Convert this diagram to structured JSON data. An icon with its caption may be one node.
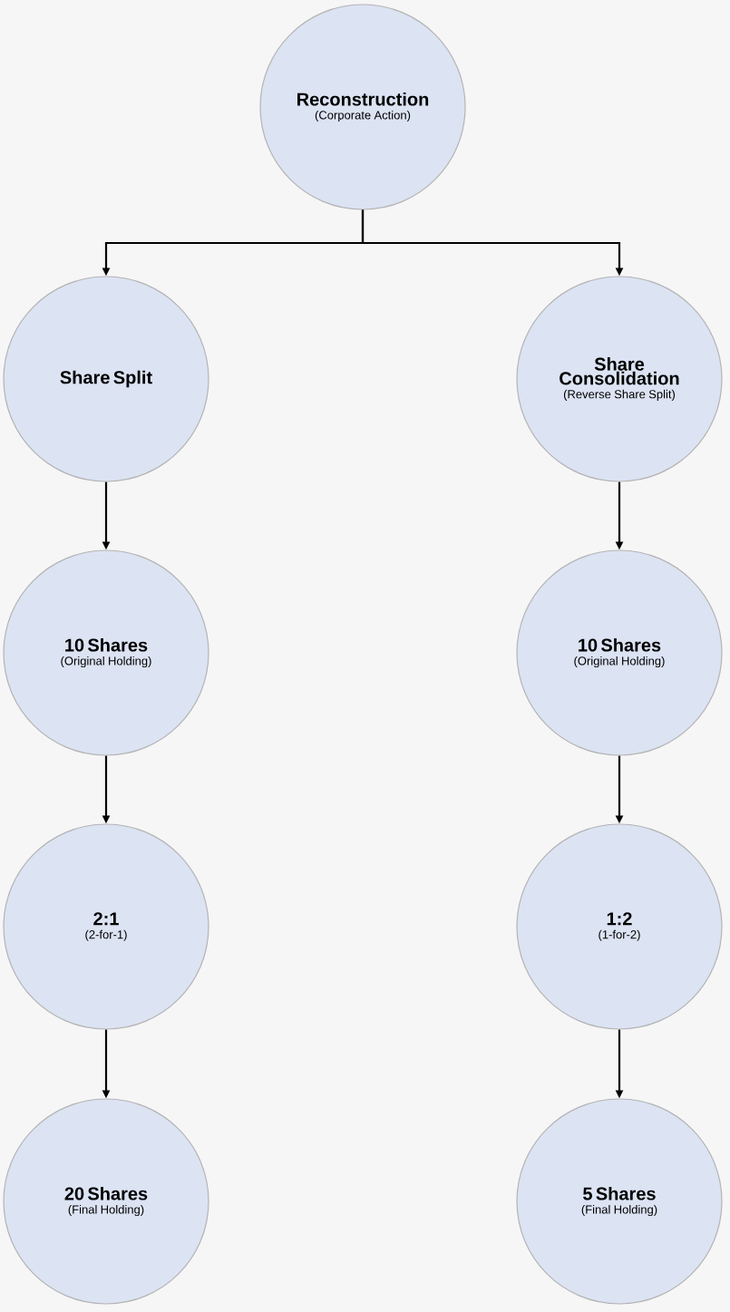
{
  "diagram": {
    "nodes": [
      {
        "text": [
          "Reconstruction",
          "(Corporate Action)"
        ]
      },
      {
        "text": [
          "Share Split"
        ]
      },
      {
        "text": [
          "Share Consolidation",
          "(Reverse Share Split)"
        ]
      },
      {
        "text": [
          "10 Shares",
          "(Original Holding)"
        ]
      },
      {
        "text": [
          "10 Shares",
          "(Original Holding)"
        ]
      },
      {
        "text": [
          "2:1",
          "(2-for-1)"
        ]
      },
      {
        "text": [
          "1:2",
          "(1-for-2)"
        ]
      },
      {
        "text": [
          "20 Shares",
          "(Final Holding)"
        ]
      },
      {
        "text": [
          "5 Shares",
          "(Final Holding)"
        ]
      }
    ],
    "edges": [
      {
        "from": 0,
        "to": 1,
        "arrow": "to"
      },
      {
        "from": 0,
        "to": 2,
        "arrow": "to"
      },
      {
        "from": 1,
        "to": 3,
        "arrow": "to"
      },
      {
        "from": 2,
        "to": 4,
        "arrow": "to"
      },
      {
        "from": 3,
        "to": 5,
        "arrow": "to"
      },
      {
        "from": 4,
        "to": 6,
        "arrow": "to"
      },
      {
        "from": 5,
        "to": 7,
        "arrow": "to"
      },
      {
        "from": 6,
        "to": 8,
        "arrow": "to"
      }
    ]
  }
}
